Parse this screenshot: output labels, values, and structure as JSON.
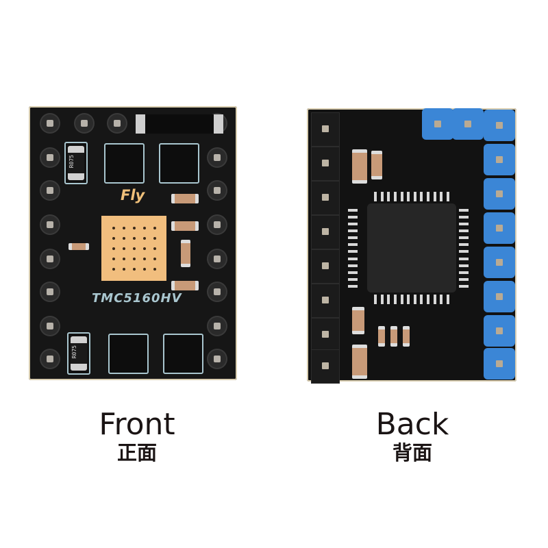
{
  "front": {
    "label": "Front",
    "label_zh": "正面",
    "silkscreen_brand": "Fly",
    "silkscreen_model": "TMC5160HV",
    "shunt_resistor_code": "R075"
  },
  "back": {
    "label": "Back",
    "label_zh": "背面"
  },
  "colors": {
    "pcb": "#161616",
    "silkscreen": "#a9c6cf",
    "thermal_pad": "#f1be7e",
    "brand_text": "#f0c07a",
    "header_blue": "#3b86d6",
    "caption_text": "#1a1414"
  }
}
